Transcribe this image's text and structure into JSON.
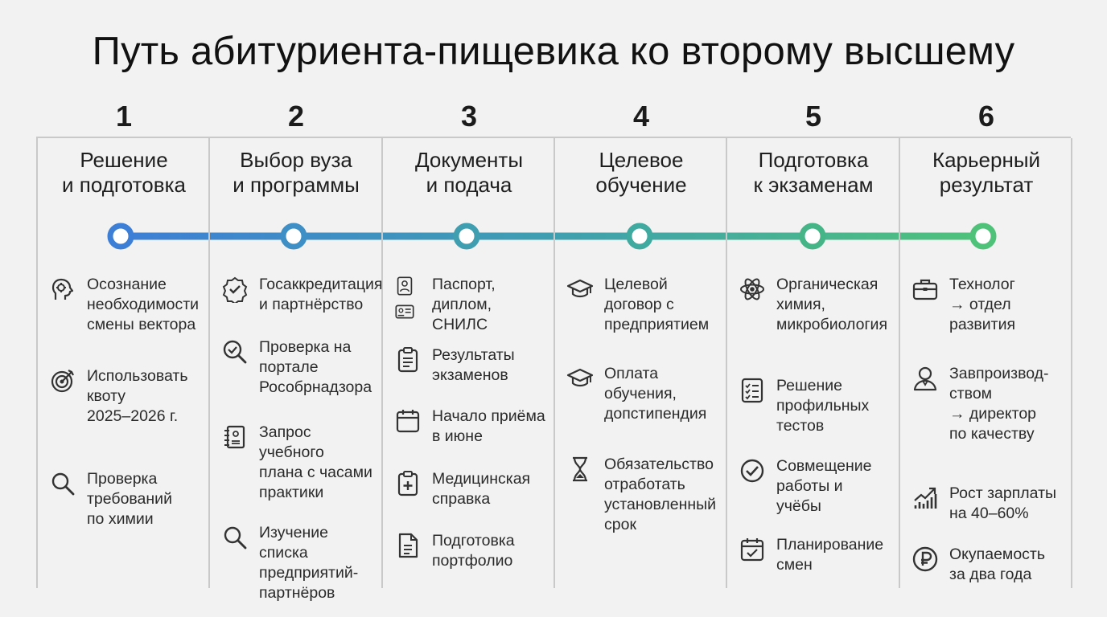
{
  "title": "Путь абитуриента-пищевика ко второму высшему",
  "colors": {
    "line_start": "#3d7fd6",
    "line_end": "#4fc27a",
    "divider": "#c9c9c9"
  },
  "steps": [
    {
      "number": "1",
      "heading": "Решение\nи подготовка",
      "items": [
        {
          "icon": "head-gear-icon",
          "text": "Осознание\nнеобходимости\nсмены вектора"
        },
        {
          "icon": "target-icon",
          "text": "Использовать\nквоту\n2025–2026 г."
        },
        {
          "icon": "search-icon",
          "text": "Проверка\nтребований\nпо химии"
        }
      ]
    },
    {
      "number": "2",
      "heading": "Выбор вуза\nи программы",
      "items": [
        {
          "icon": "badge-check-icon",
          "text": "Госаккредитация\nи партнёрство"
        },
        {
          "icon": "search-check-icon",
          "text": "Проверка на\nпортале\nРособрнадзора"
        },
        {
          "icon": "notebook-icon",
          "text": "Запрос\nучебного\nплана с часами\nпрактики"
        },
        {
          "icon": "search-icon",
          "text": "Изучение\nсписка\nпредприятий-\nпартнёров"
        }
      ]
    },
    {
      "number": "3",
      "heading": "Документы\nи подача",
      "items": [
        {
          "icon": "passport-icon",
          "text": "Паспорт,\nдиплом,\nСНИЛС"
        },
        {
          "icon": "clipboard-icon",
          "text": "Результаты\nэкзаменов"
        },
        {
          "icon": "calendar-icon",
          "text": "Начало приёма\nв июне"
        },
        {
          "icon": "medical-clipboard-icon",
          "text": "Медицинская\nсправка"
        },
        {
          "icon": "document-icon",
          "text": "Подготовка\nпортфолио"
        }
      ]
    },
    {
      "number": "4",
      "heading": "Целевое\nобучение",
      "items": [
        {
          "icon": "graduation-cap-icon",
          "text": "Целевой\nдоговор с\nпредприятием"
        },
        {
          "icon": "graduation-cap-icon",
          "text": "Оплата\nобучения,\nдопстипендия"
        },
        {
          "icon": "hourglass-icon",
          "text": "Обязательство\nотработать\nустановленный\nсрок"
        }
      ]
    },
    {
      "number": "5",
      "heading": "Подготовка\nк экзаменам",
      "items": [
        {
          "icon": "atom-icon",
          "text": "Органическая\nхимия,\nмикробиология"
        },
        {
          "icon": "checklist-icon",
          "text": "Решение\nпрофильных\nтестов"
        },
        {
          "icon": "check-circle-icon",
          "text": "Совмещение\nработы и\nучёбы"
        },
        {
          "icon": "calendar-check-icon",
          "text": "Планирование\nсмен"
        }
      ]
    },
    {
      "number": "6",
      "heading": "Карьерный\nрезультат",
      "items": [
        {
          "icon": "briefcase-icon",
          "text": "Технолог\n→ отдел\nразвития"
        },
        {
          "icon": "person-icon",
          "text": "Завпроизвод-\nством\n→ директор\nпо качеству"
        },
        {
          "icon": "growth-chart-icon",
          "text": "Рост зарплаты\nна 40–60%"
        },
        {
          "icon": "ruble-coin-icon",
          "text": "Окупаемость\nза два года"
        }
      ]
    }
  ]
}
